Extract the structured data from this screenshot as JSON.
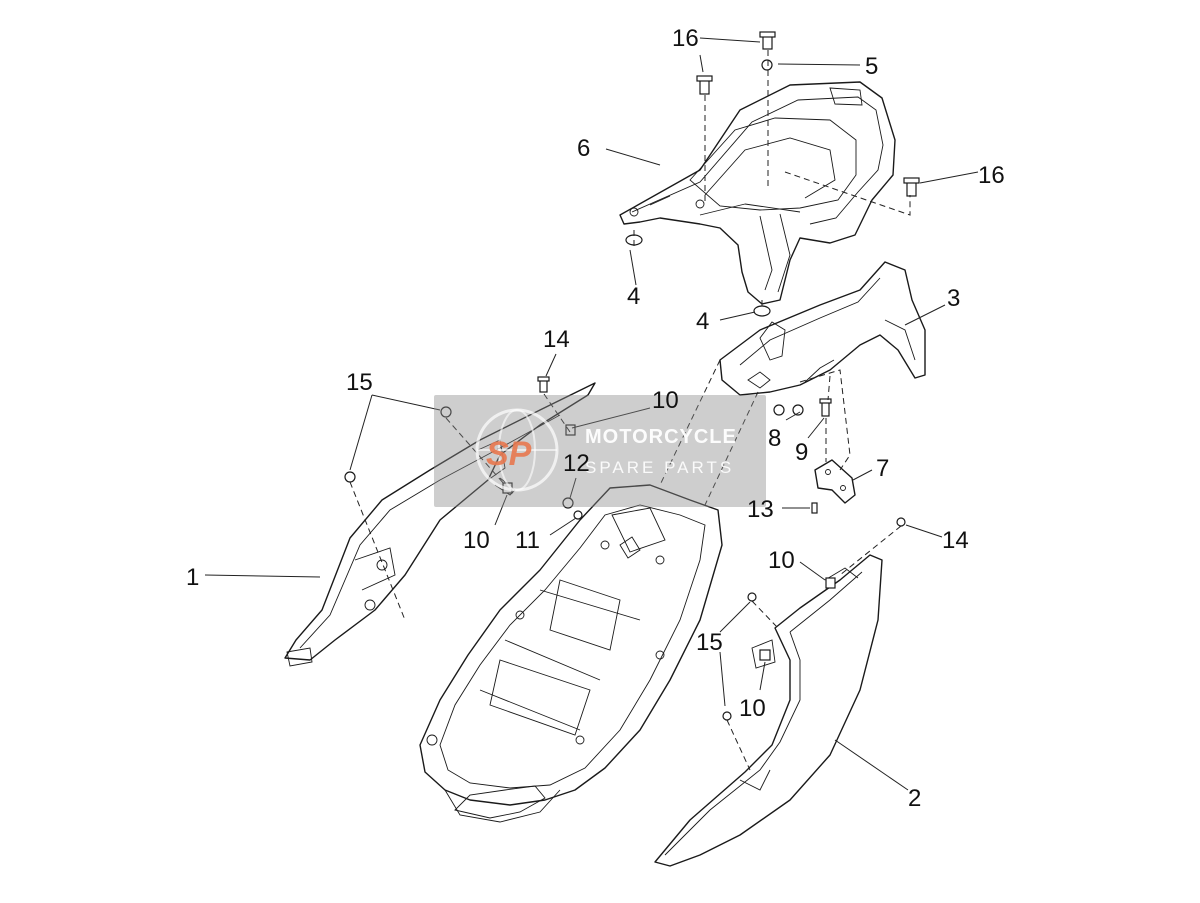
{
  "diagram": {
    "callouts": [
      {
        "key": "c16a",
        "text": "16"
      },
      {
        "key": "c5",
        "text": "5"
      },
      {
        "key": "c6",
        "text": "6"
      },
      {
        "key": "c16b",
        "text": "16"
      },
      {
        "key": "c4a",
        "text": "4"
      },
      {
        "key": "c4b",
        "text": "4"
      },
      {
        "key": "c3",
        "text": "3"
      },
      {
        "key": "c14a",
        "text": "14"
      },
      {
        "key": "c15a",
        "text": "15"
      },
      {
        "key": "c10a",
        "text": "10"
      },
      {
        "key": "c8",
        "text": "8"
      },
      {
        "key": "c12",
        "text": "12"
      },
      {
        "key": "c9",
        "text": "9"
      },
      {
        "key": "c7",
        "text": "7"
      },
      {
        "key": "c10b",
        "text": "10"
      },
      {
        "key": "c11",
        "text": "11"
      },
      {
        "key": "c13",
        "text": "13"
      },
      {
        "key": "c14b",
        "text": "14"
      },
      {
        "key": "c1",
        "text": "1"
      },
      {
        "key": "c10c",
        "text": "10"
      },
      {
        "key": "c15b",
        "text": "15"
      },
      {
        "key": "c10d",
        "text": "10"
      },
      {
        "key": "c2",
        "text": "2"
      }
    ]
  },
  "watermark": {
    "logo_text": "SP",
    "title": "MOTORCYCLE",
    "subtitle": "SPARE PARTS",
    "colors": {
      "box": "#8a8a8a",
      "logo": "#e8784f",
      "text": "#ffffff"
    }
  }
}
